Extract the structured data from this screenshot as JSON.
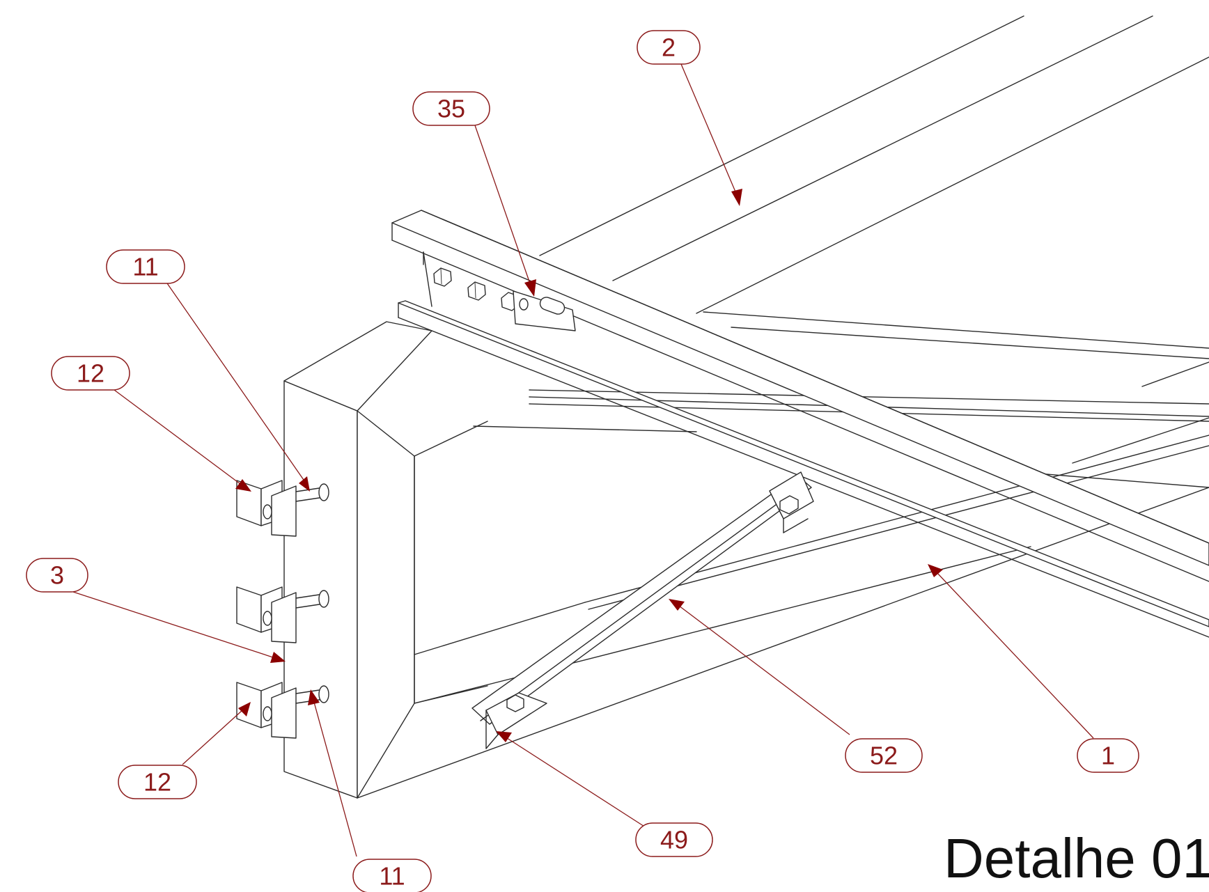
{
  "drawing": {
    "title": "Detalhe 01",
    "colors": {
      "line": "#2b2b2b",
      "callout": "#8b1a1a",
      "arrow": "#8b0000",
      "title": "#111111"
    }
  },
  "callouts": [
    {
      "id": "callout-2",
      "label": "2"
    },
    {
      "id": "callout-35",
      "label": "35"
    },
    {
      "id": "callout-11-top",
      "label": "11"
    },
    {
      "id": "callout-12-top",
      "label": "12"
    },
    {
      "id": "callout-3",
      "label": "3"
    },
    {
      "id": "callout-12-bottom",
      "label": "12"
    },
    {
      "id": "callout-11-bottom",
      "label": "11"
    },
    {
      "id": "callout-49",
      "label": "49"
    },
    {
      "id": "callout-52",
      "label": "52"
    },
    {
      "id": "callout-1",
      "label": "1"
    }
  ]
}
